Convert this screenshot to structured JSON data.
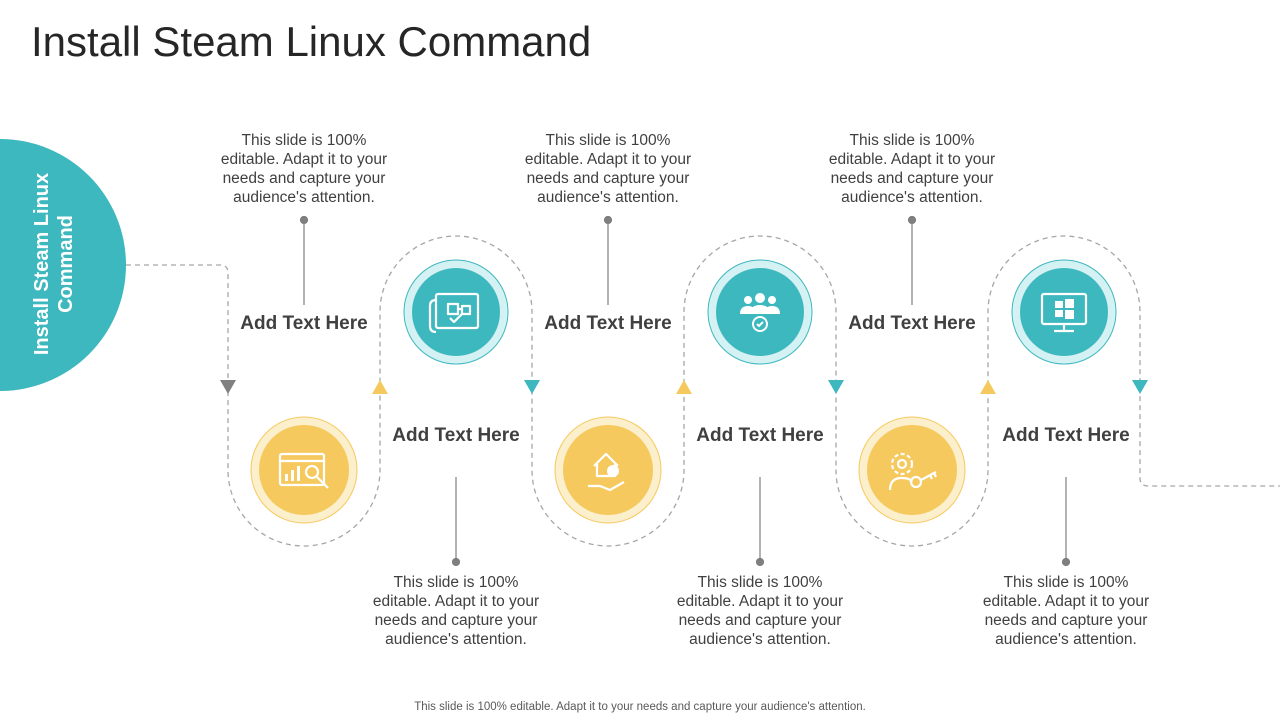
{
  "title": "Install Steam Linux Command",
  "side_label": "Install Steam Linux Command",
  "colors": {
    "teal": "#3DB8BF",
    "teal_light": "#D4F1F3",
    "yellow": "#F5C95E",
    "yellow_light": "#FCEFCB",
    "connector": "#7F7F7F"
  },
  "steps": [
    {
      "heading": "Add Text Here",
      "description": "This slide is 100% editable. Adapt it to your needs and capture your audience's attention.",
      "icon": "dashboard-icon"
    },
    {
      "heading": "Add Text Here",
      "description": "This slide is 100% editable. Adapt it to your needs and capture your audience's attention.",
      "icon": "blueprint-icon"
    },
    {
      "heading": "Add Text Here",
      "description": "This slide is 100% editable. Adapt it to your needs and capture your audience's attention.",
      "icon": "home-finance-icon"
    },
    {
      "heading": "Add Text Here",
      "description": "This slide is 100% editable. Adapt it to your needs and capture your audience's attention.",
      "icon": "team-target-icon"
    },
    {
      "heading": "Add Text Here",
      "description": "This slide is 100% editable. Adapt it to your needs and capture your audience's attention.",
      "icon": "settings-key-icon"
    },
    {
      "heading": "Add Text Here",
      "description": "This slide is 100% editable. Adapt it to your needs and capture your audience's attention.",
      "icon": "windows-monitor-icon"
    }
  ],
  "footer": "This slide is 100% editable. Adapt it to your needs and capture your audience's attention."
}
